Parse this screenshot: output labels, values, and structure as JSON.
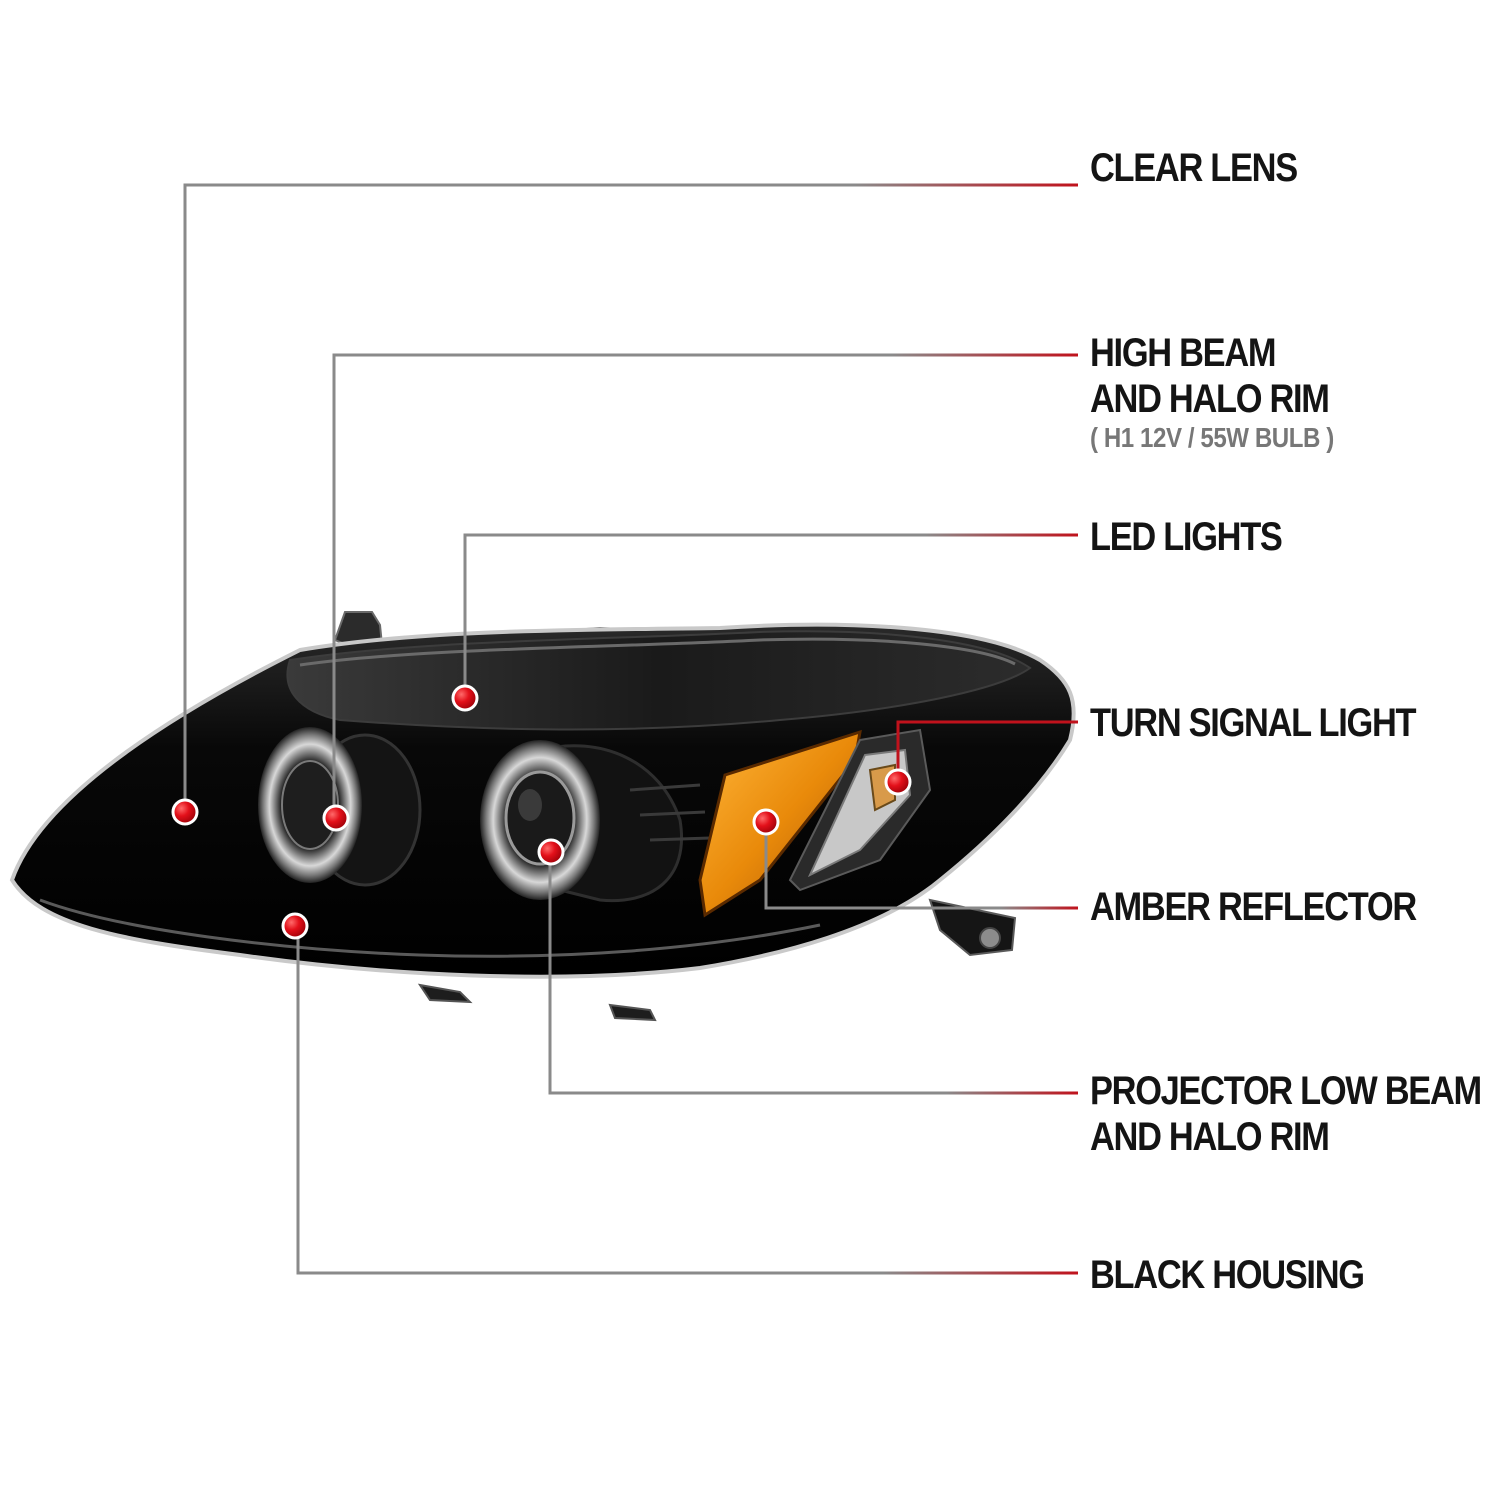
{
  "colors": {
    "leader_gray": "#8a8a8a",
    "leader_red": "#c0121c",
    "marker_red": "#e3101a",
    "housing_black": "#0b0b0b",
    "chrome": "#b8b8b8",
    "amber": "#f0920c"
  },
  "callouts": [
    {
      "id": "clear-lens",
      "lines": [
        "CLEAR LENS"
      ],
      "sub": ""
    },
    {
      "id": "high-beam",
      "lines": [
        "HIGH BEAM",
        "AND HALO RIM"
      ],
      "sub": "( H1  12V / 55W  BULB )"
    },
    {
      "id": "led-lights",
      "lines": [
        "LED LIGHTS"
      ],
      "sub": ""
    },
    {
      "id": "turn-signal",
      "lines": [
        "TURN SIGNAL LIGHT"
      ],
      "sub": ""
    },
    {
      "id": "amber-reflector",
      "lines": [
        "AMBER REFLECTOR"
      ],
      "sub": ""
    },
    {
      "id": "projector-low-beam",
      "lines": [
        "PROJECTOR LOW BEAM",
        "AND HALO RIM"
      ],
      "sub": ""
    },
    {
      "id": "black-housing",
      "lines": [
        "BLACK HOUSING"
      ],
      "sub": ""
    }
  ]
}
